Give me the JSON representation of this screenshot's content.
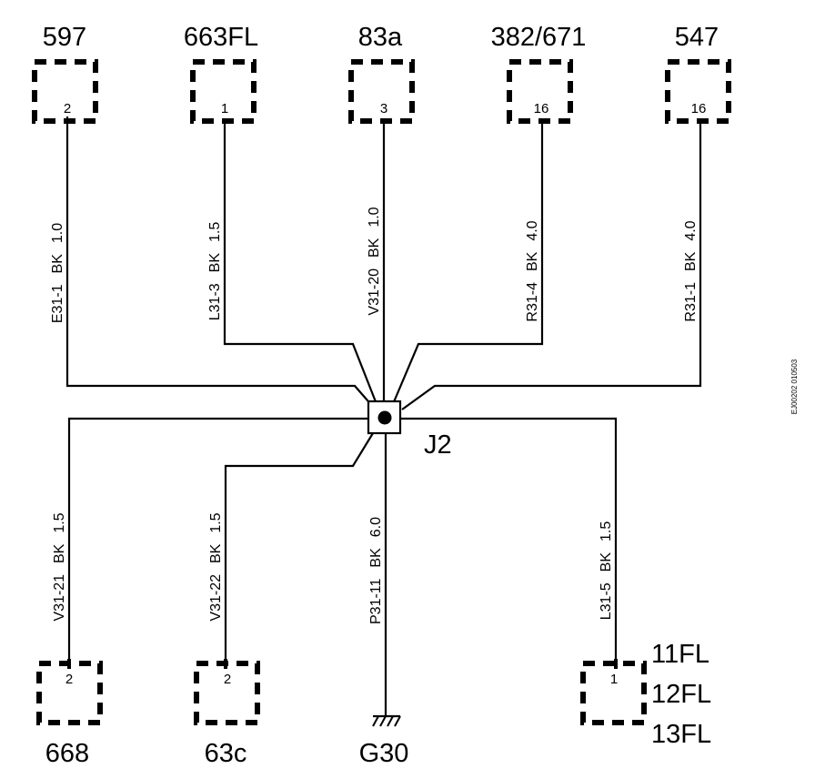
{
  "components": {
    "c597": {
      "name": "597",
      "pin": "2"
    },
    "c663FL": {
      "name": "663FL",
      "pin": "1"
    },
    "c83a": {
      "name": "83a",
      "pin": "3"
    },
    "c382_671": {
      "name": "382/671",
      "pin": "16"
    },
    "c547": {
      "name": "547",
      "pin": "16"
    },
    "c668": {
      "name": "668",
      "pin": "2"
    },
    "c63c": {
      "name": "63c",
      "pin": "2"
    },
    "c11FL": {
      "names": [
        "11FL",
        "12FL",
        "13FL"
      ],
      "pin": "1"
    },
    "ground": {
      "name": "G30"
    }
  },
  "junction": {
    "name": "J2"
  },
  "wires": {
    "w597": {
      "circuit": "E31-1",
      "color": "BK",
      "size": "1.0"
    },
    "w663FL": {
      "circuit": "L31-3",
      "color": "BK",
      "size": "1.5"
    },
    "w83a": {
      "circuit": "V31-20",
      "color": "BK",
      "size": "1.0"
    },
    "w382": {
      "circuit": "R31-4",
      "color": "BK",
      "size": "4.0"
    },
    "w547": {
      "circuit": "R31-1",
      "color": "BK",
      "size": "4.0"
    },
    "w668": {
      "circuit": "V31-21",
      "color": "BK",
      "size": "1.5"
    },
    "w63c": {
      "circuit": "V31-22",
      "color": "BK",
      "size": "1.5"
    },
    "wG30": {
      "circuit": "P31-11",
      "color": "BK",
      "size": "6.0"
    },
    "w11FL": {
      "circuit": "L31-5",
      "color": "BK",
      "size": "1.5"
    }
  },
  "document_id": "EJ00202 010503"
}
